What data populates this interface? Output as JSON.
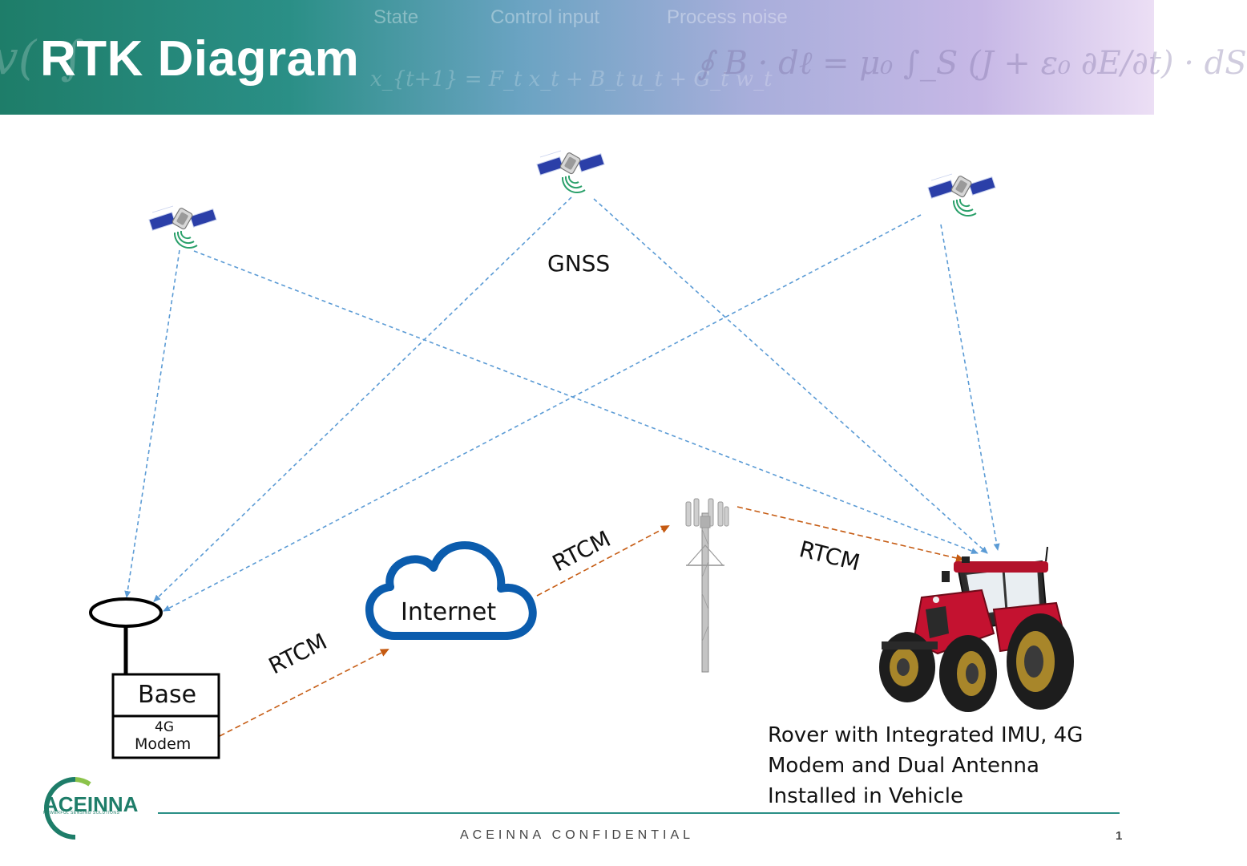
{
  "slide": {
    "title": "RTK Diagram",
    "footer": "ACEINNA CONFIDENTIAL",
    "page_number": "1"
  },
  "header_background": {
    "labels": [
      "State",
      "Control input",
      "Process noise"
    ],
    "equation_left": "x_{t+1} = F_t x_t + B_t u_t + G_t w_t",
    "equation_right": "∮ B · dℓ = μ₀ ∫_S (J + ε₀ ∂E/∂t) · dS"
  },
  "diagram": {
    "gnss_label": "GNSS",
    "internet_label": "Internet",
    "base_label": "Base",
    "modem_label_line1": "4G",
    "modem_label_line2": "Modem",
    "rtcm_labels": [
      "RTCM",
      "RTCM",
      "RTCM"
    ],
    "rover_caption": "Rover with Integrated IMU, 4G Modem and Dual Antenna Installed in Vehicle"
  },
  "logo": {
    "name": "ACEINNA",
    "tagline": "POWERFUL SENSING SOLUTIONS"
  },
  "colors": {
    "gnss_link": "#5b9bd5",
    "rtcm_link": "#c55a11",
    "cloud": "#0b5cad",
    "brand": "#1e7d69"
  },
  "icons": [
    "satellite-icon",
    "cloud-icon",
    "cell-tower-icon",
    "tractor-icon",
    "antenna-icon"
  ]
}
